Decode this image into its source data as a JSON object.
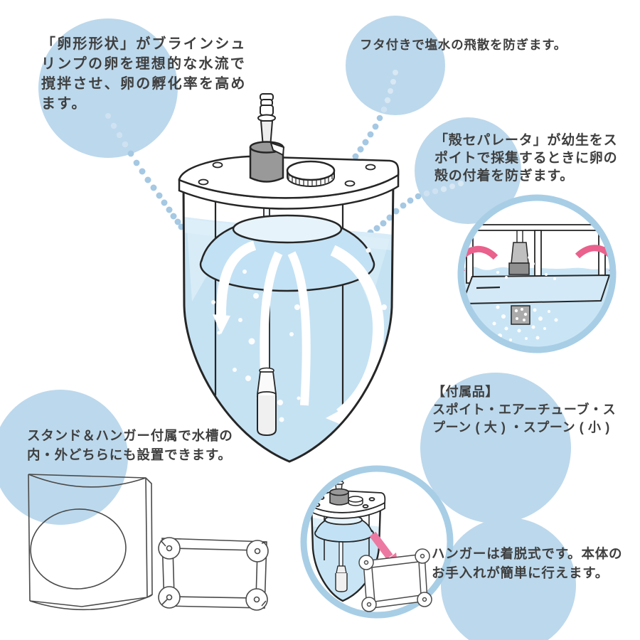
{
  "palette": {
    "bubble_blue": "#BCD8EC",
    "ring_blue": "#A8CEE6",
    "water_blue": "#C5E2F3",
    "water_highlight": "#D9EDF8",
    "outline_dark": "#262626",
    "lineart_gray": "#4a4a4a",
    "metal_gray": "#999999",
    "accent_pink": "#E9618C",
    "text_color": "#3f3f3f",
    "trail_dot_blue": "#A5C8E3"
  },
  "annotations": {
    "egg_shape": {
      "lines": [
        "「卵形形状」がブラインシュ",
        "リンプの卵を理想的な水流で",
        "撹拌させ、卵の孵化率を高め",
        "ます。"
      ]
    },
    "lid": {
      "lines": [
        "フタ付きで塩水の飛散を防ぎます。"
      ]
    },
    "shell_separator": {
      "lines": [
        "「殻セパレータ」が幼生をス",
        "ポイトで採集するときに卵の",
        "殻の付着を防ぎます。"
      ]
    },
    "accessories": {
      "title": "【付属品】",
      "lines": [
        "スポイト・エアーチューブ・ス",
        "プーン ( 大 ) ・スプーン ( 小 )"
      ]
    },
    "stand_hanger": {
      "lines": [
        "スタンド＆ハンガー付属で水槽の",
        "内・外どちらにも設置できます。"
      ]
    },
    "hanger_removal": {
      "lines": [
        "ハンガーは着脱式です。本体の",
        "お手入れが簡単に行えます。"
      ]
    }
  }
}
